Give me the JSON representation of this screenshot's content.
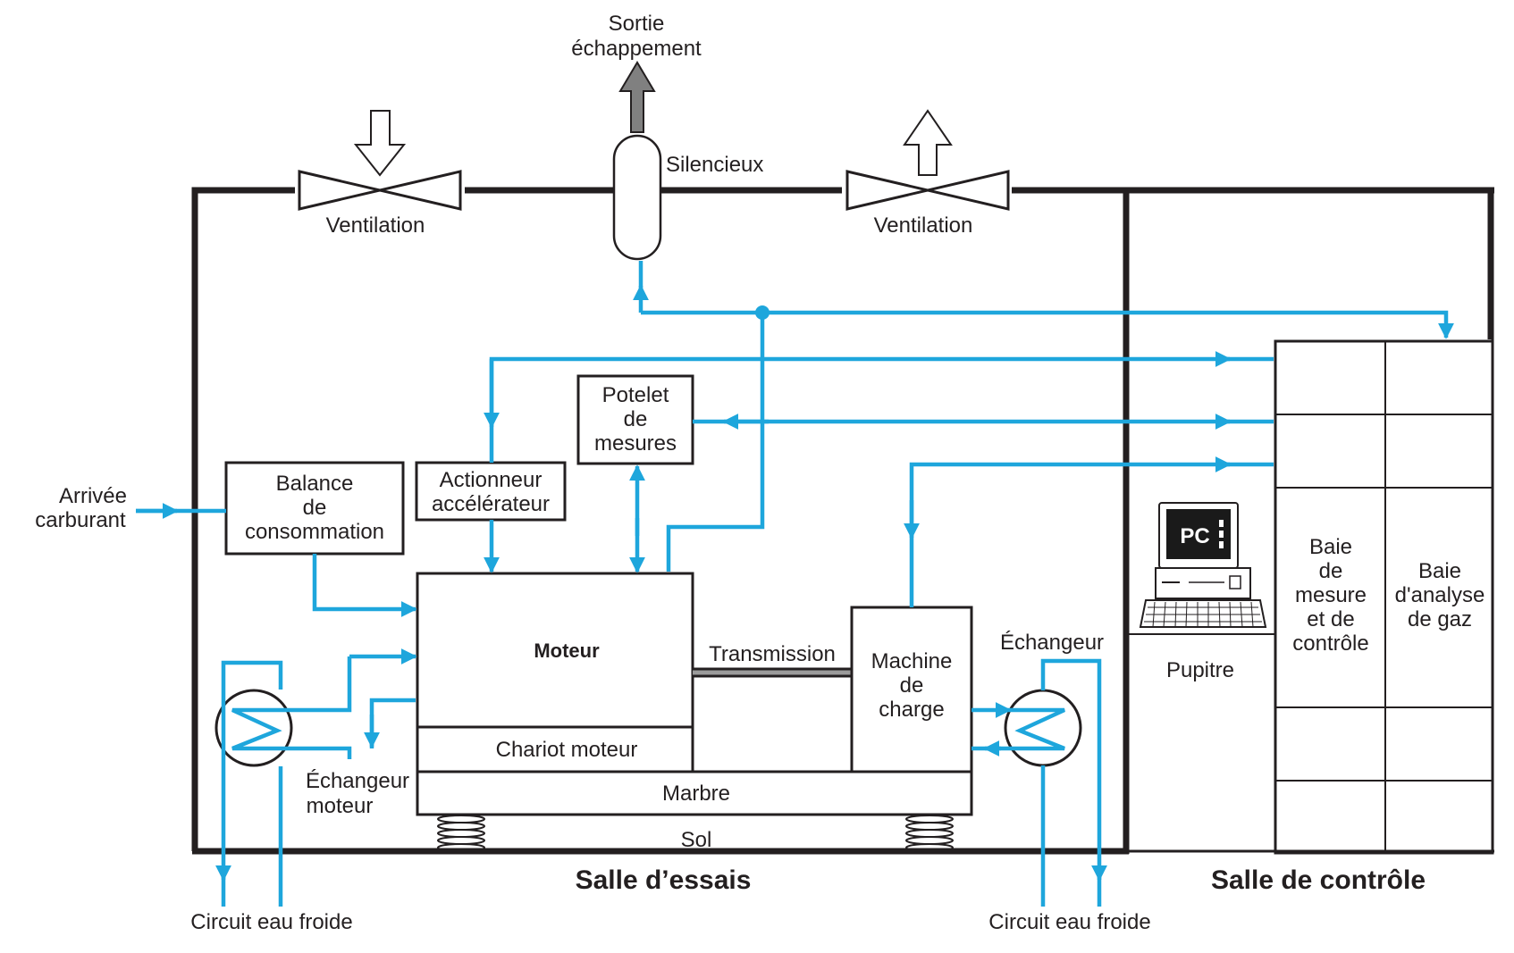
{
  "labels": {
    "exhaust_line1": "Sortie",
    "exhaust_line2": "échappement",
    "silencer": "Silencieux",
    "ventilation_in": "Ventilation",
    "ventilation_out": "Ventilation",
    "fuel_line1": "Arrivée",
    "fuel_line2": "carburant",
    "balance_line1": "Balance",
    "balance_line2": "de",
    "balance_line3": "consommation",
    "actuator_line1": "Actionneur",
    "actuator_line2": "accélérateur",
    "potelet_line1": "Potelet",
    "potelet_line2": "de",
    "potelet_line3": "mesures",
    "engine": "Moteur",
    "engine_cart": "Chariot moteur",
    "marble": "Marbre",
    "floor": "Sol",
    "transmission": "Transmission",
    "load_line1": "Machine",
    "load_line2": "de",
    "load_line3": "charge",
    "exchanger_load": "Échangeur",
    "exchanger_engine_line1": "Échangeur",
    "exchanger_engine_line2": "moteur",
    "cold_water_left": "Circuit eau froide",
    "cold_water_right": "Circuit eau froide",
    "pc": "PC",
    "desk": "Pupitre",
    "rack_measure_line1": "Baie",
    "rack_measure_line2": "de",
    "rack_measure_line3": "mesure",
    "rack_measure_line4": "et de",
    "rack_measure_line5": "contrôle",
    "rack_gas_line1": "Baie",
    "rack_gas_line2": "d'analyse",
    "rack_gas_line3": "de gaz",
    "test_room": "Salle d’essais",
    "control_room": "Salle de contrôle"
  },
  "colors": {
    "pipe": "#1ea6dc",
    "outline": "#231f20",
    "exhaust_arrow": "#808080"
  }
}
